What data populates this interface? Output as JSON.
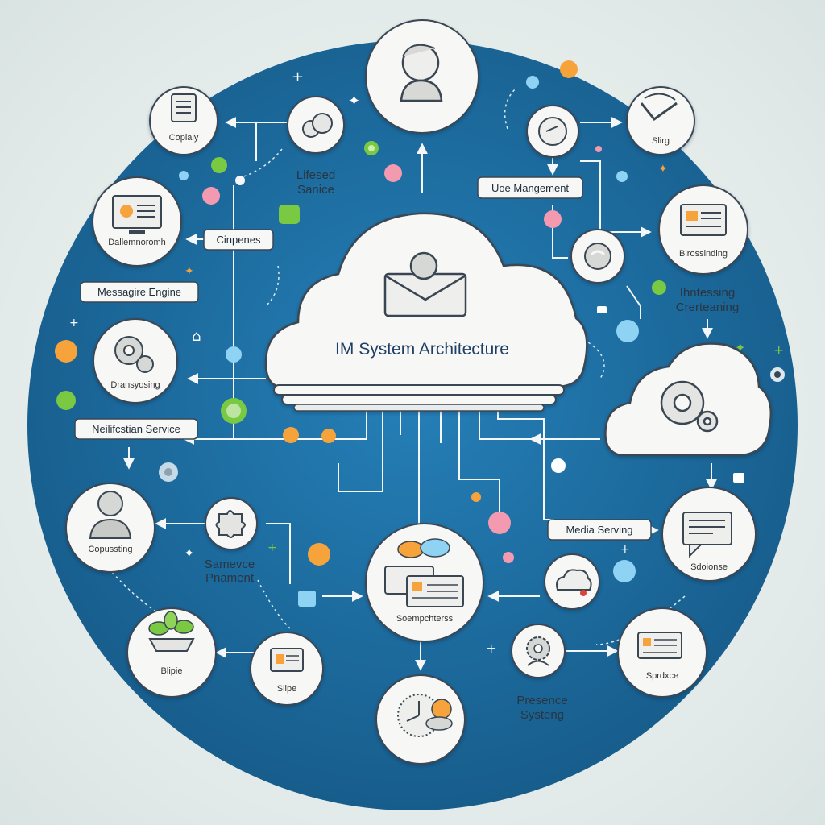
{
  "title": "IM System Architecture",
  "colors": {
    "disc": "#1f6fa4",
    "disc_dark": "#175d8c",
    "line": "#f4f6f8",
    "node_fill": "#f7f7f5",
    "node_stroke": "#3a4652",
    "accent_green": "#7ac943",
    "accent_orange": "#f7a33b",
    "accent_pink": "#f49ab0",
    "accent_blue": "#8fd3f4"
  },
  "nodes": [
    {
      "id": "copialy",
      "label": "Copialy",
      "icon": "document-icon"
    },
    {
      "id": "top-user",
      "label": "",
      "icon": "user-icon"
    },
    {
      "id": "shared-service-node",
      "label": "",
      "icon": "cloud-chain-icon"
    },
    {
      "id": "slirg",
      "label": "Slirg",
      "icon": "checkmark-icon"
    },
    {
      "id": "user-mgmt-node",
      "label": "",
      "icon": "gauge-icon"
    },
    {
      "id": "dashboard",
      "label": "Dallemnoromh",
      "icon": "monitor-icon"
    },
    {
      "id": "processing",
      "label": "Birossinding",
      "icon": "screen-icon"
    },
    {
      "id": "processing-link",
      "label": "",
      "icon": "link-icon"
    },
    {
      "id": "dransyosing",
      "label": "Dransyosing",
      "icon": "gears-icon"
    },
    {
      "id": "copussting",
      "label": "Copussting",
      "icon": "user-icon"
    },
    {
      "id": "puzzle",
      "label": "",
      "icon": "puzzle-icon"
    },
    {
      "id": "media-node",
      "label": "",
      "icon": "cloud-icon"
    },
    {
      "id": "sdoionse",
      "label": "Sdoionse",
      "icon": "chat-icon"
    },
    {
      "id": "soempchterss",
      "label": "Soempchterss",
      "icon": "screens-icon"
    },
    {
      "id": "blipie",
      "label": "Blipie",
      "icon": "plant-icon"
    },
    {
      "id": "slipe",
      "label": "Slipe",
      "icon": "screen-icon"
    },
    {
      "id": "bottom-clock",
      "label": "",
      "icon": "clock-icon"
    },
    {
      "id": "presence-gear",
      "label": "",
      "icon": "gear-icon"
    },
    {
      "id": "sprdxce",
      "label": "Sprdxce",
      "icon": "card-icon"
    }
  ],
  "boxes": {
    "user_management": "Uoe Mangement",
    "cinpenes": "Cinpenes",
    "messaging_engine": "Messagire Engine",
    "notification_service": "Neilifcstian Service",
    "media_serving": "Media Serving"
  },
  "floating_labels": {
    "shared_service": [
      "Lifesed",
      "Sanice"
    ],
    "inhessing": [
      "Ihntessing",
      "Crerteaning"
    ],
    "service_placement": [
      "Samevce",
      "Pnament"
    ],
    "presence_system": [
      "Presence",
      "Systeng"
    ]
  }
}
